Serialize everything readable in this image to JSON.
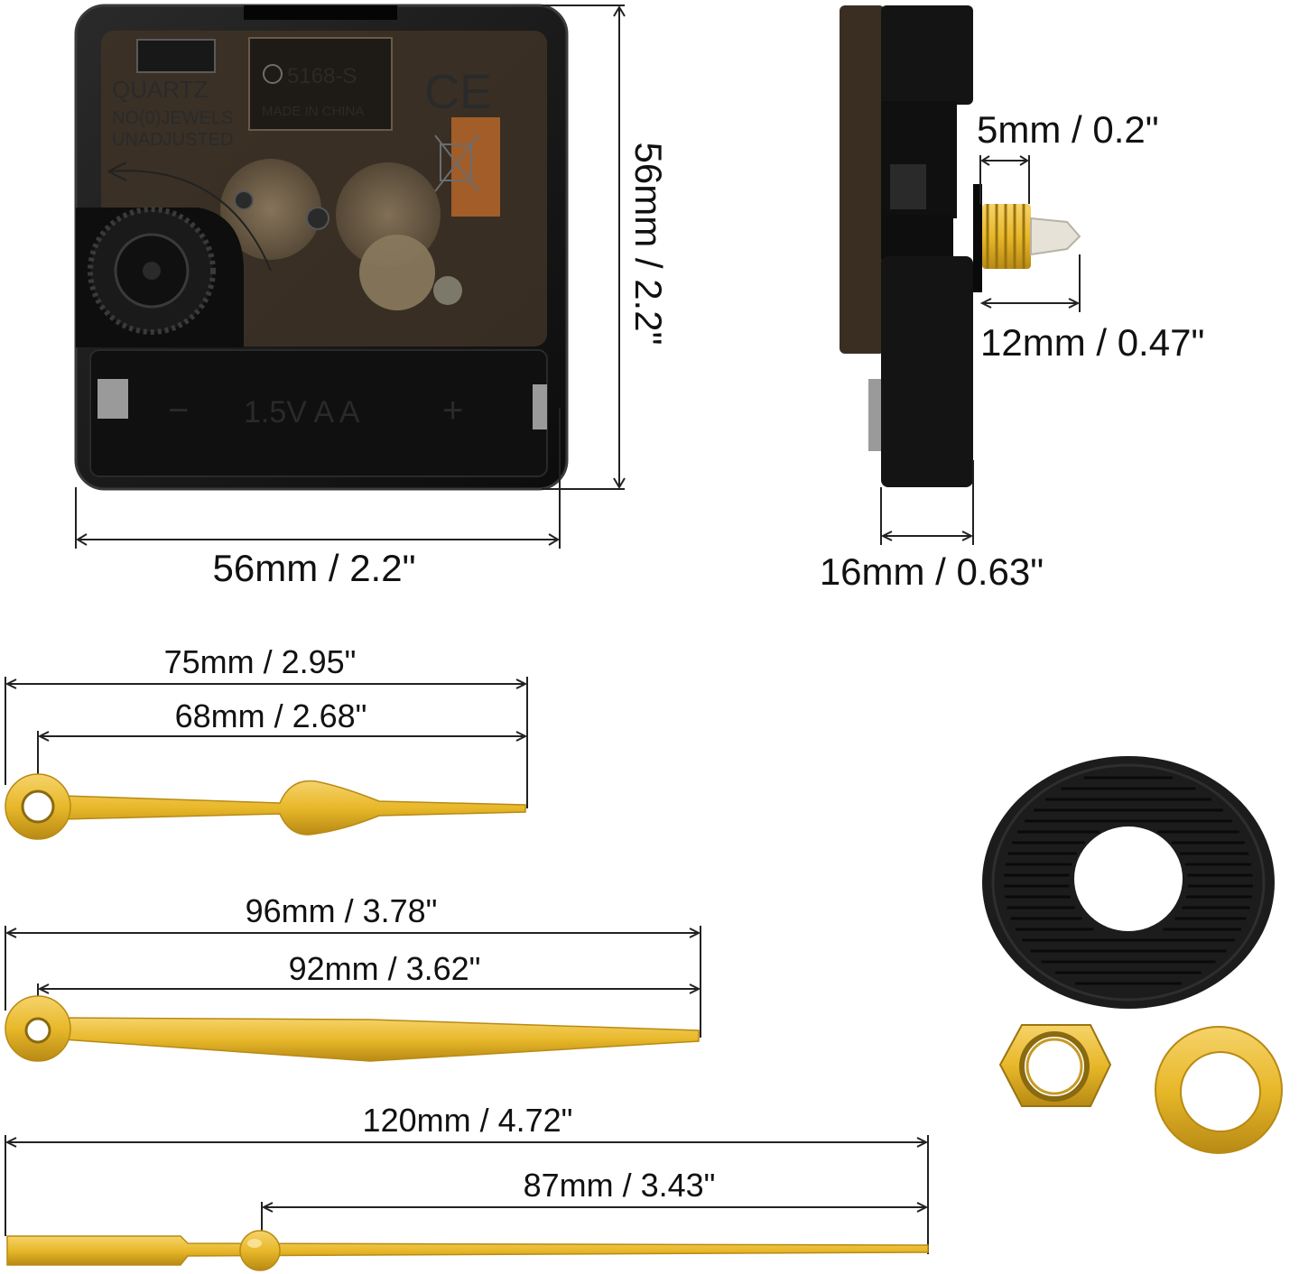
{
  "colors": {
    "movement_body": "#141414",
    "movement_edge": "#3a3a3a",
    "housing_tint": "#4a3a2a",
    "gear_tan": "#7a6a55",
    "coil_orange": "#b5652a",
    "gold": "#e8b82a",
    "gold_dark": "#b88a14",
    "rubber": "#1c1c1c",
    "dimension_line": "#222222"
  },
  "movement_front": {
    "label_quartz": "QUARTZ",
    "label_jewels": "NO(0)JEWELS",
    "label_unadjusted": "UNADJUSTED",
    "label_model": "5168-S",
    "label_made_in": "MADE IN CHINA",
    "label_ce": "CE",
    "battery_minus": "−",
    "battery_spec": "1.5V  A A",
    "battery_plus": "+"
  },
  "dimensions": {
    "movement_height": "56mm / 2.2\"",
    "movement_width": "56mm / 2.2\"",
    "shaft_thread": "5mm / 0.2\"",
    "shaft_length": "12mm / 0.47\"",
    "movement_depth": "16mm / 0.63\"",
    "minute_hand_total": "75mm / 2.95\"",
    "minute_hand_effective": "68mm / 2.68\"",
    "hour_hand_total": "96mm / 3.78\"",
    "hour_hand_effective": "92mm / 3.62\"",
    "second_hand_total": "120mm / 4.72\"",
    "second_hand_effective": "87mm / 3.43\""
  }
}
